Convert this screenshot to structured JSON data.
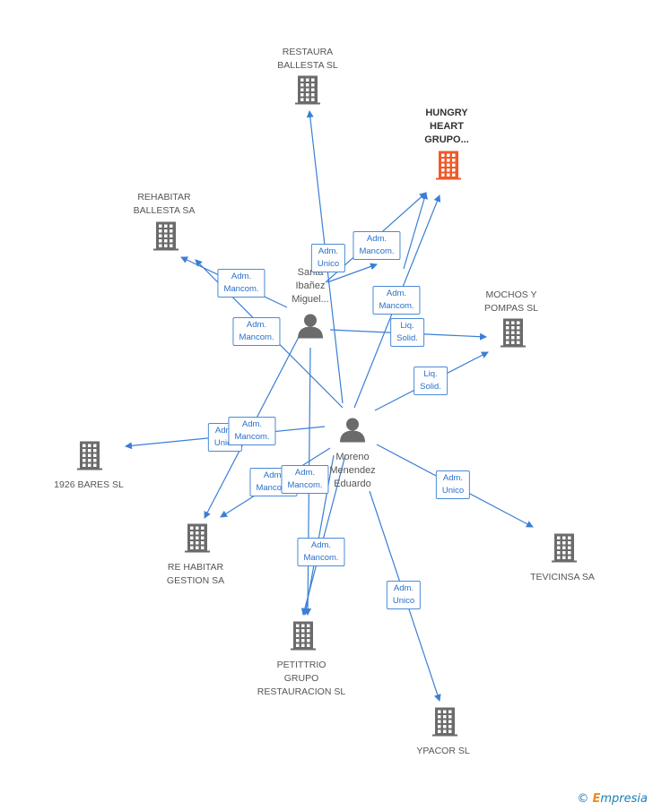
{
  "companies": [
    {
      "id": "restaura",
      "label": "RESTAURA\nBALLESTA SL"
    },
    {
      "id": "hungry",
      "label": "HUNGRY\nHEART\nGRUPO...",
      "highlight": true
    },
    {
      "id": "rehabitar",
      "label": "REHABITAR\nBALLESTA SA"
    },
    {
      "id": "mochos",
      "label": "MOCHOS Y\nPOMPAS SL"
    },
    {
      "id": "bares",
      "label": "1926 BARES SL"
    },
    {
      "id": "rehabgest",
      "label": "RE HABITAR\nGESTION SA"
    },
    {
      "id": "tevicinsa",
      "label": "TEVICINSA SA"
    },
    {
      "id": "petittrio",
      "label": "PETITTRIO\nGRUPO\nRESTAURACION SL"
    },
    {
      "id": "ypacor",
      "label": "YPACOR  SL"
    }
  ],
  "persons": [
    {
      "id": "santa",
      "label": "Santa\nIbañez\nMiguel..."
    },
    {
      "id": "moreno",
      "label": "Moreno\nMenendez\nEduardo"
    }
  ],
  "relations": [
    {
      "id": "r1",
      "label": "Adm.\nUnico"
    },
    {
      "id": "r2",
      "label": "Adm.\nMancom."
    },
    {
      "id": "r3",
      "label": "Adm.\nMancom."
    },
    {
      "id": "r4",
      "label": "Adm.\nMancom."
    },
    {
      "id": "r5",
      "label": "Adm.\nMancom."
    },
    {
      "id": "r6",
      "label": "Liq.\nSolid."
    },
    {
      "id": "r7",
      "label": "Liq.\nSolid."
    },
    {
      "id": "r8",
      "label": "Adm.\nUnico"
    },
    {
      "id": "r9",
      "label": "Adm.\nMancom."
    },
    {
      "id": "r10",
      "label": "Adm.\nMancom."
    },
    {
      "id": "r11",
      "label": "Adm.\nMancom."
    },
    {
      "id": "r12",
      "label": "Adm.\nMancom."
    },
    {
      "id": "r13",
      "label": "Adm.\nUnico"
    },
    {
      "id": "r14",
      "label": "Adm.\nUnico"
    }
  ],
  "colors": {
    "edge": "#3a7fd5",
    "building": "#6b6b6b",
    "highlight": "#f05a28"
  },
  "footer": {
    "copyright": "©",
    "brand_e": "E",
    "brand_rest": "mpresia"
  }
}
